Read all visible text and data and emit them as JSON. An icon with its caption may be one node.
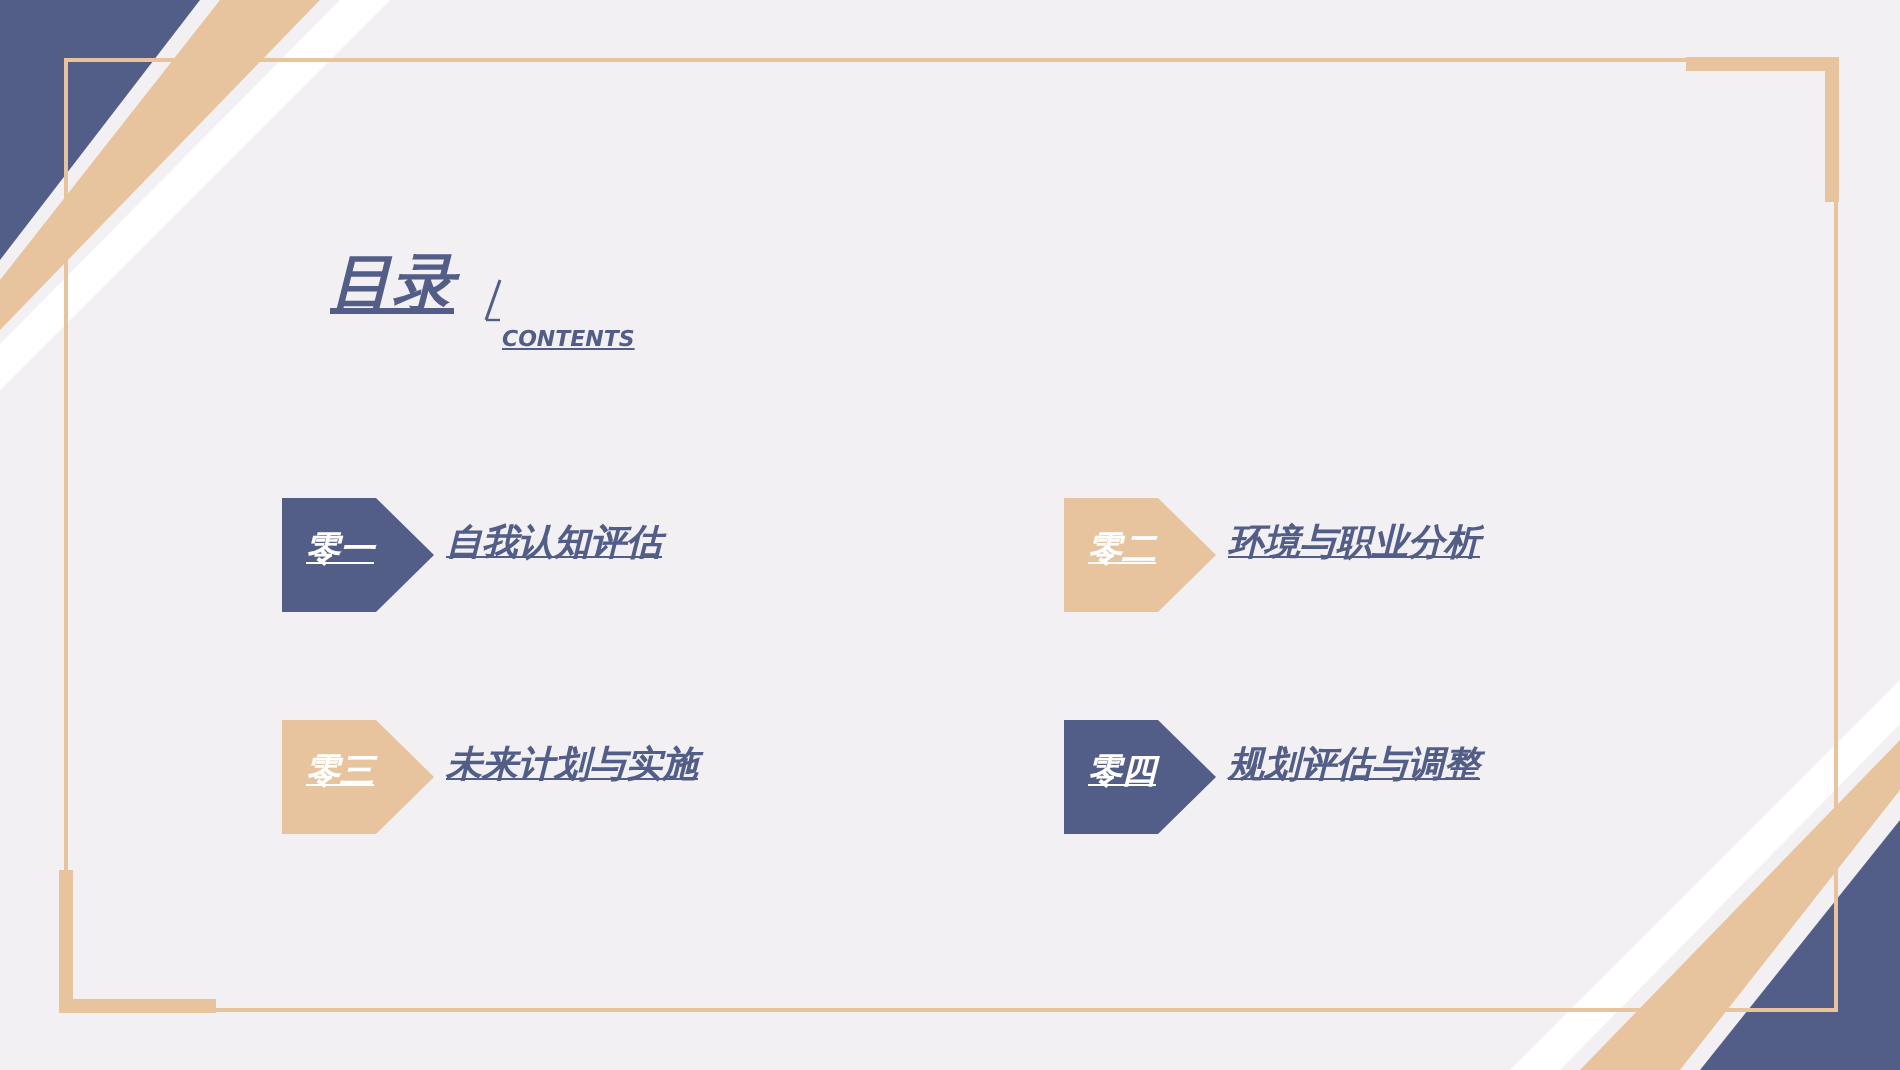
{
  "diagram": {
    "title": "目录",
    "nodes": [
      {
        "text": [
          "零一"
        ],
        "beside": [
          "自我认知评估"
        ]
      },
      {
        "text": [
          "零二"
        ],
        "beside": [
          "环境与职业分析"
        ]
      },
      {
        "text": [
          "零三"
        ],
        "beside": [
          "未来计划与实施"
        ]
      },
      {
        "text": [
          "零四"
        ],
        "beside": [
          "规划评估与调整"
        ]
      }
    ],
    "labels": [
      "CONTENTS"
    ]
  }
}
